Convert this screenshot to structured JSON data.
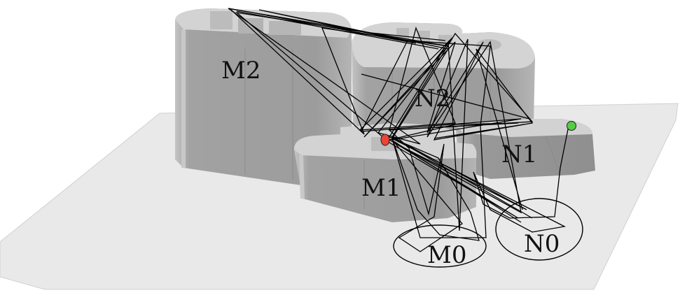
{
  "labels": {
    "m2": "M2",
    "n2": "N2",
    "n1": "N1",
    "m1": "M1",
    "m0": "M0",
    "n0": "N0"
  },
  "markers": {
    "start": {
      "color": "#ee4433"
    },
    "goal": {
      "color": "#55cc44"
    }
  },
  "colors": {
    "floor": "#e9e9e9",
    "block_top": "#d3d3d3",
    "block_side": "#a3a3a3",
    "block_edge": "#bdbdbd",
    "path": "#000000"
  }
}
